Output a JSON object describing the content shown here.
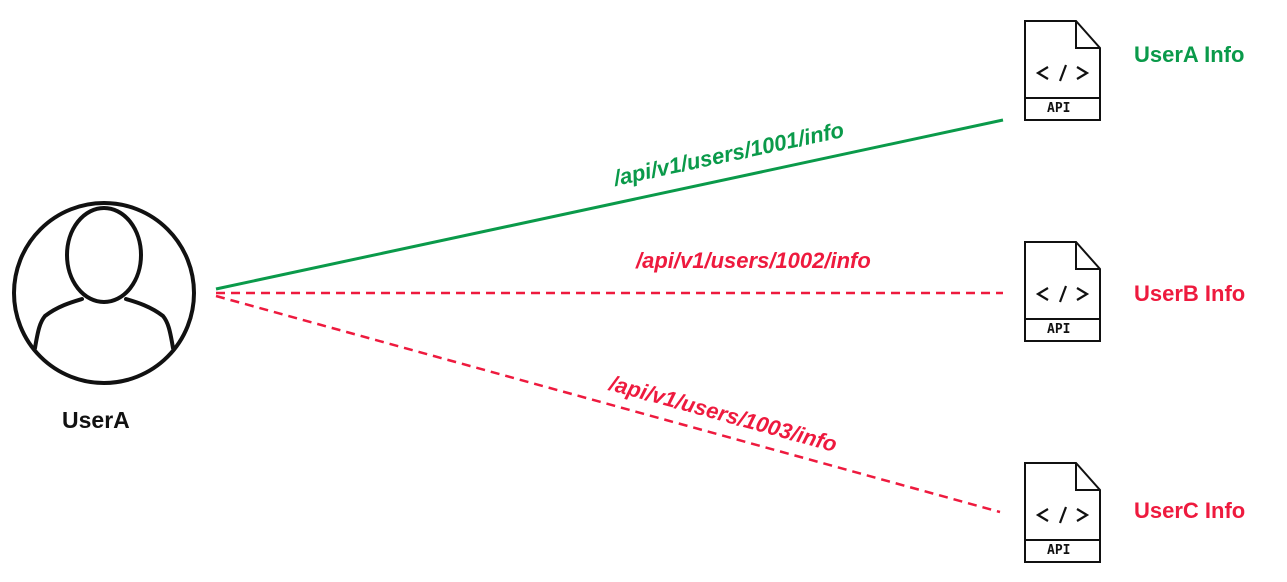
{
  "colors": {
    "allowed": "#0a9a4a",
    "denied": "#ee1a3e",
    "outline": "#111111"
  },
  "actor": {
    "icon": "user-avatar-icon",
    "label": "UserA"
  },
  "requests": [
    {
      "path": "/api/v1/users/1001/info",
      "status": "allowed",
      "line_style": "solid",
      "target_icon": "api-document-icon",
      "target_icon_text": "API",
      "target_label": "UserA Info"
    },
    {
      "path": "/api/v1/users/1002/info",
      "status": "denied",
      "line_style": "dashed",
      "target_icon": "api-document-icon",
      "target_icon_text": "API",
      "target_label": "UserB Info"
    },
    {
      "path": "/api/v1/users/1003/info",
      "status": "denied",
      "line_style": "dashed",
      "target_icon": "api-document-icon",
      "target_icon_text": "API",
      "target_label": "UserC Info"
    }
  ]
}
